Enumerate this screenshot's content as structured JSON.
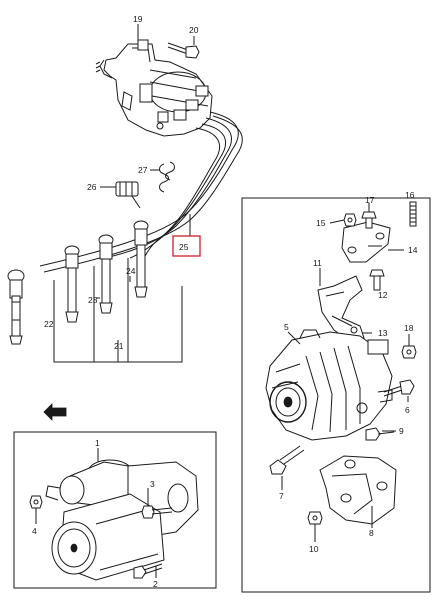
{
  "callouts": {
    "c1": "1",
    "c2": "2",
    "c3": "3",
    "c4": "4",
    "c5": "5",
    "c6": "6",
    "c7": "7",
    "c8": "8",
    "c9": "9",
    "c10": "10",
    "c11": "11",
    "c12": "12",
    "c13": "13",
    "c14": "14",
    "c15": "15",
    "c16": "16",
    "c17": "17",
    "c18": "18",
    "c19": "19",
    "c20": "20",
    "c21": "21",
    "c22": "22",
    "c23": "23",
    "c24": "24",
    "c25": "25",
    "c26": "26",
    "c27": "27"
  },
  "highlight_color": "#d01e2a"
}
